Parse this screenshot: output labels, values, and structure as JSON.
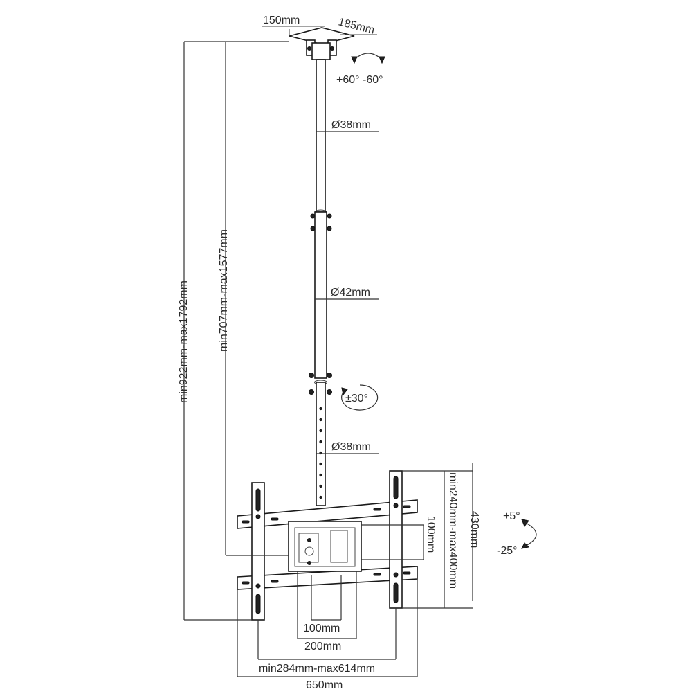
{
  "labels": {
    "top_width": "150mm",
    "top_depth": "185mm",
    "swivel": "+60° -60°",
    "tube_upper": "Ø38mm",
    "tube_mid": "Ø42mm",
    "tilt_pole": "±30°",
    "tube_lower": "Ø38mm",
    "overall_height": "min922mm-max1792mm",
    "pole_height": "min707mm-max1577mm",
    "vesa_vertical_inner": "100mm",
    "arm_range": "min240mm-max400mm",
    "bracket_height": "430mm",
    "tilt_up": "+5°",
    "tilt_down": "-25°",
    "vesa_horizontal_inner": "100mm",
    "vesa_horizontal_outer": "200mm",
    "arm_spacing": "min284mm-max614mm",
    "bracket_width": "650mm"
  }
}
